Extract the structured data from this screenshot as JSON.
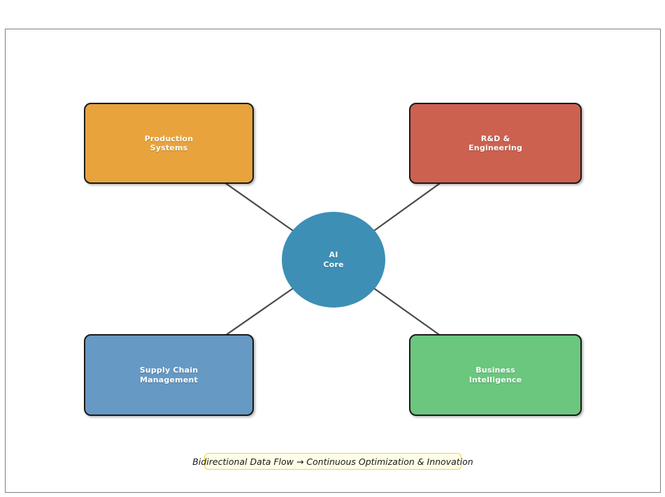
{
  "diagram": {
    "title_caption": "Bidirectional Data Flow → Continuous Optimization & Innovation",
    "background_color": "#ffffff",
    "frame_border_color": "#808080",
    "edge_color": "#4A4A4A",
    "center": {
      "id": "ai-core",
      "label": "AI\nCore",
      "shape": "ellipse",
      "color": "#3D8FB5",
      "text_color": "#ffffff"
    },
    "nodes": [
      {
        "id": "production-systems",
        "label": "Production\nSystems",
        "shape": "rounded-rect",
        "color": "#E8A33D",
        "text_color": "#ffffff",
        "position": "top-left"
      },
      {
        "id": "rd-engineering",
        "label": "R&D &\nEngineering",
        "shape": "rounded-rect",
        "color": "#CD6150",
        "text_color": "#ffffff",
        "position": "top-right"
      },
      {
        "id": "supply-chain-management",
        "label": "Supply Chain\nManagement",
        "shape": "rounded-rect",
        "color": "#6699C4",
        "text_color": "#ffffff",
        "position": "bottom-left"
      },
      {
        "id": "business-intelligence",
        "label": "Business\nIntelligence",
        "shape": "rounded-rect",
        "color": "#6BC77E",
        "text_color": "#ffffff",
        "position": "bottom-right"
      }
    ],
    "edges": [
      {
        "from": "production-systems",
        "to": "ai-core",
        "style": "bidirectional"
      },
      {
        "from": "rd-engineering",
        "to": "ai-core",
        "style": "bidirectional"
      },
      {
        "from": "supply-chain-management",
        "to": "ai-core",
        "style": "bidirectional"
      },
      {
        "from": "business-intelligence",
        "to": "ai-core",
        "style": "bidirectional"
      }
    ],
    "caption": {
      "text": "Bidirectional Data Flow → Continuous Optimization & Innovation",
      "background_color": "#FFFDE6",
      "border_color": "#F2D53C"
    }
  }
}
